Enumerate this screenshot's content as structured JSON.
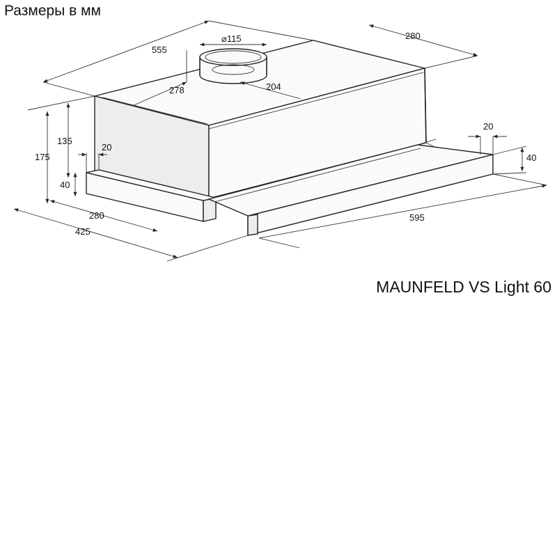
{
  "title": "Размеры в мм",
  "model": "MAUNFELD VS Light 60",
  "dimensions": {
    "diameter": "⌀115",
    "width_top": "555",
    "depth_top": "280",
    "duct_offset_a": "278",
    "duct_offset_b": "204",
    "height_total": "175",
    "height_body": "135",
    "height_front": "40",
    "offset_left": "20",
    "offset_right": "20",
    "height_right": "40",
    "depth_bottom": "280",
    "depth_total": "425",
    "width_front": "595"
  }
}
